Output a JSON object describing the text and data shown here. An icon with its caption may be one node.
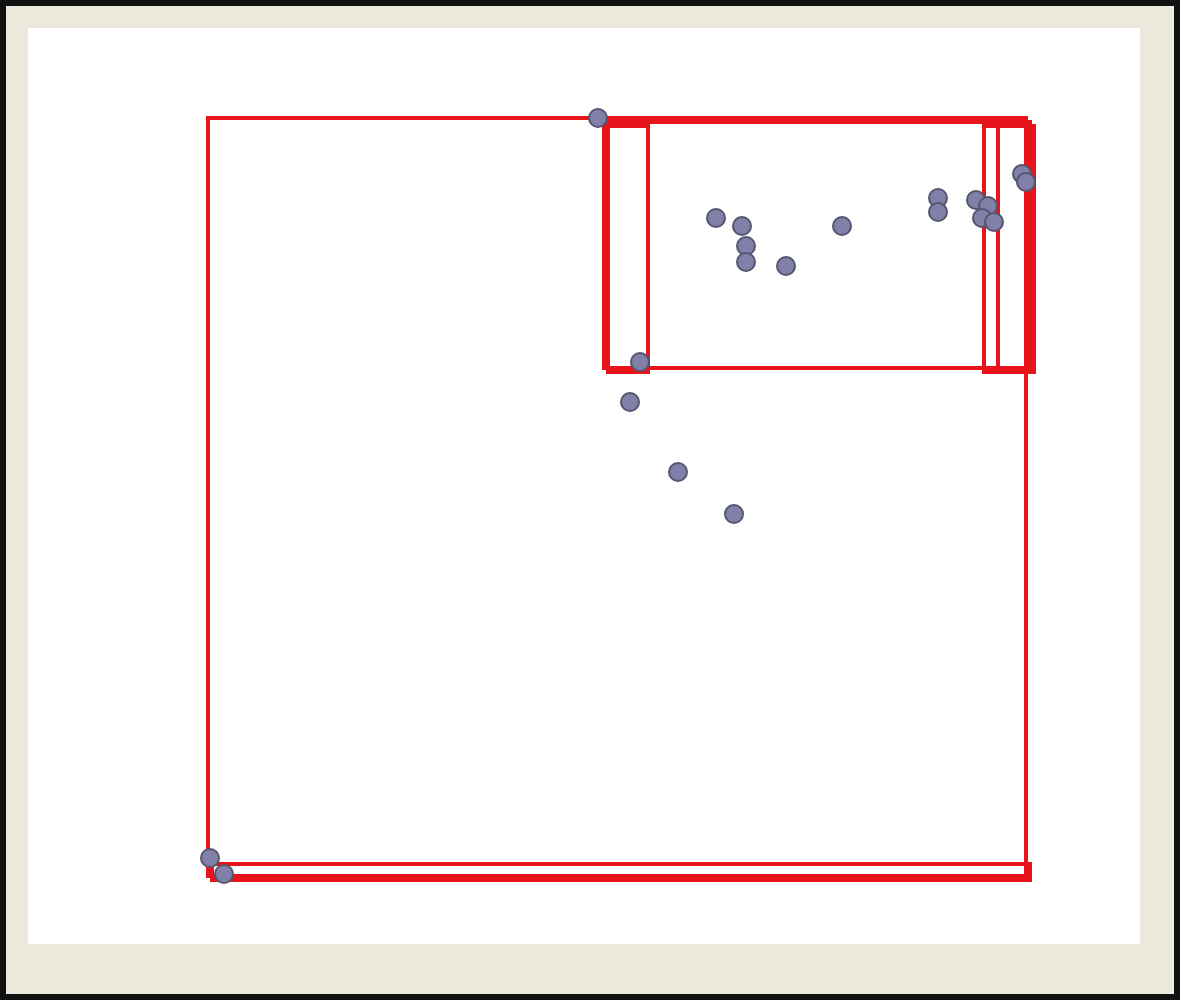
{
  "diagram": {
    "nodes": [
      {
        "text": [],
        "shape": "box"
      },
      {
        "text": [],
        "shape": "box",
        "in": 0
      },
      {
        "text": [],
        "shape": "box",
        "in": 1
      },
      {
        "text": [],
        "shape": "box",
        "in": 1
      },
      {
        "text": [],
        "shape": "box",
        "in": 1
      },
      {
        "text": [],
        "shape": "box",
        "in": 0
      }
    ]
  }
}
